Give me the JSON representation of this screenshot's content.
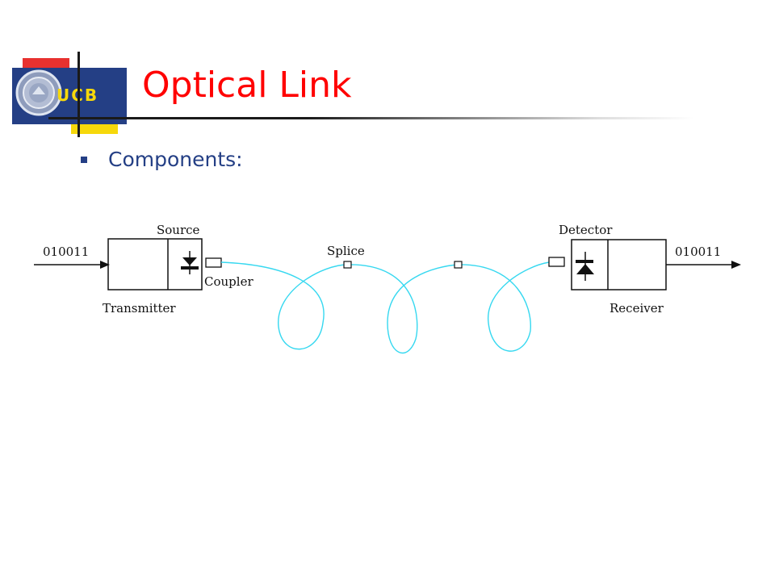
{
  "slide": {
    "title": "Optical Link",
    "bullets": [
      "Components:"
    ]
  },
  "logo": {
    "text": "UCB"
  },
  "diagram": {
    "input_bits": "010011",
    "output_bits": "010011",
    "source_label": "Source",
    "transmitter_label": "Transmitter",
    "coupler_label": "Coupler",
    "splice_label": "Splice",
    "detector_label": "Detector",
    "receiver_label": "Receiver"
  },
  "colors": {
    "title": "#ff0000",
    "bullet_text": "#243f85",
    "fiber": "#36d8f0",
    "logo_bg": "#243f85",
    "logo_text": "#f6d80b"
  }
}
